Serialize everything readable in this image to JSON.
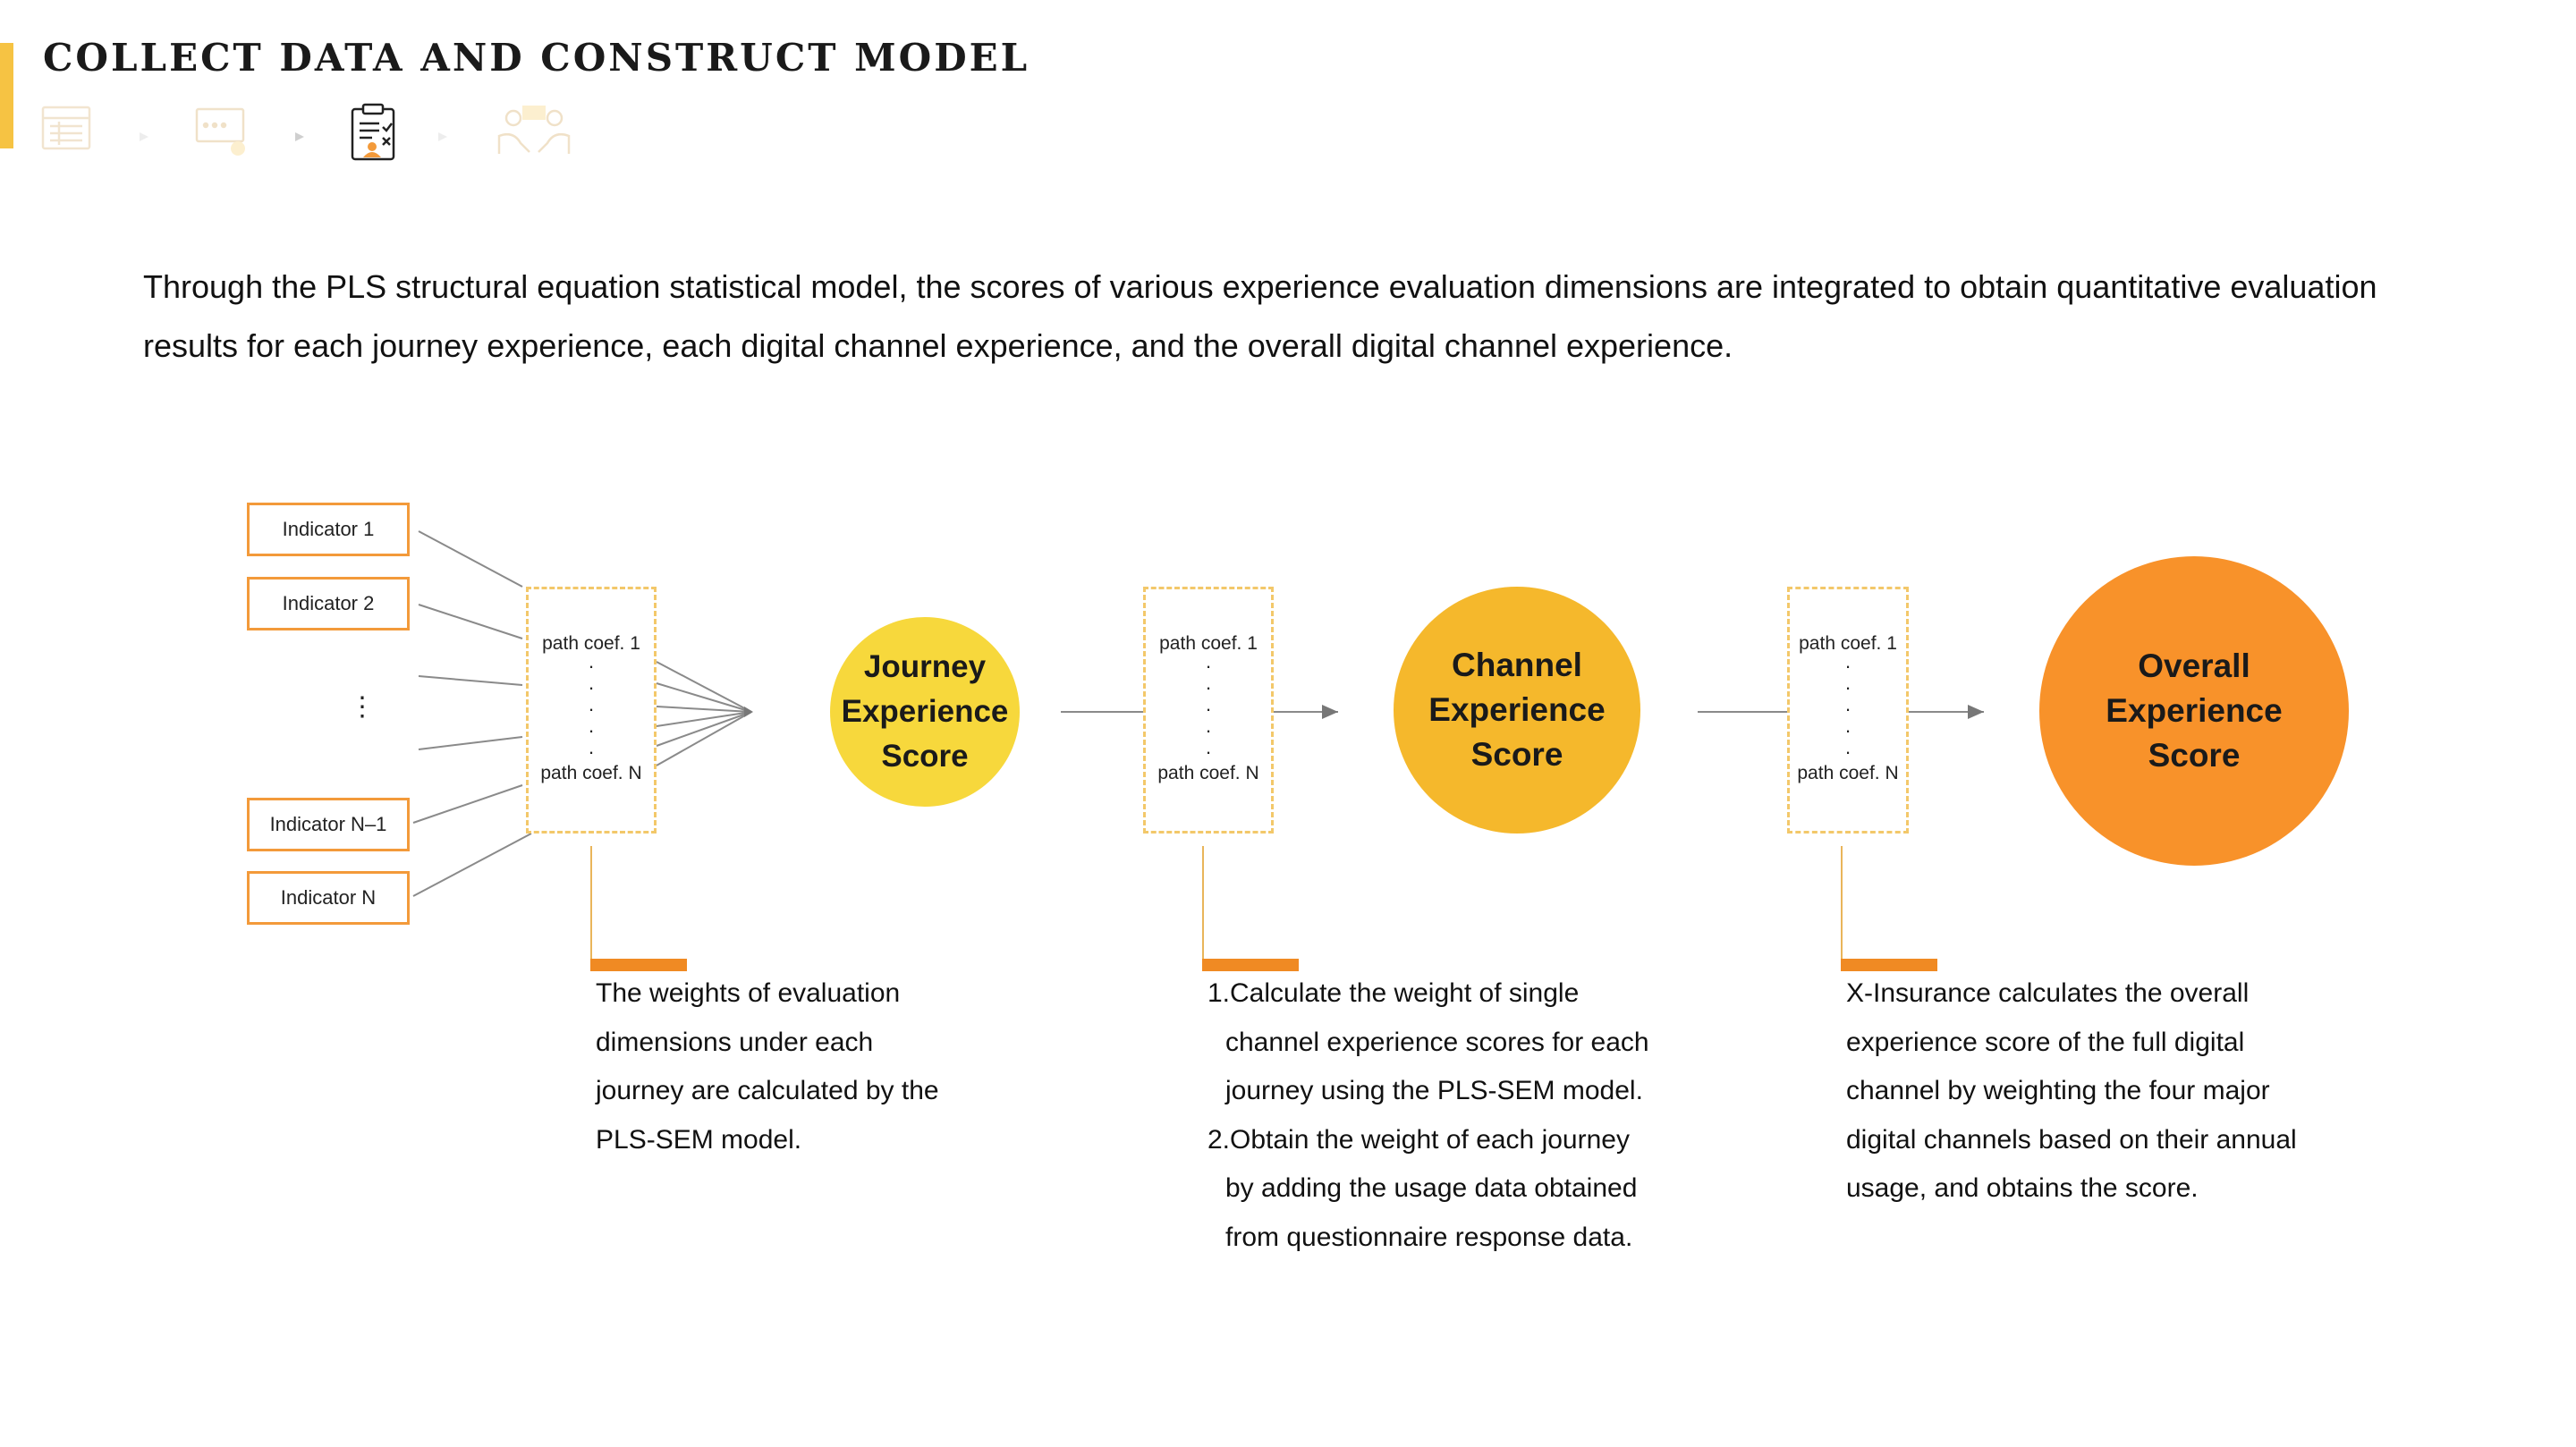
{
  "header": {
    "title": "COLLECT DATA AND CONSTRUCT MODEL",
    "steps": [
      {
        "icon": "form-icon",
        "state": "inactive"
      },
      {
        "icon": "screen-touch-icon",
        "state": "inactive"
      },
      {
        "icon": "clipboard-checklist-icon",
        "state": "active"
      },
      {
        "icon": "meeting-icon",
        "state": "inactive"
      }
    ]
  },
  "intro": "Through the PLS structural equation statistical model, the scores of various experience evaluation dimensions are integrated to obtain quantitative evaluation results for each journey experience, each digital channel experience, and the overall digital channel experience.",
  "diagram": {
    "indicators": [
      "Indicator 1",
      "Indicator 2",
      "Indicator N–1",
      "Indicator N"
    ],
    "ellipsis": "⋮",
    "coef_first": "path coef. 1",
    "coef_last": "path coef. N",
    "scores": [
      {
        "lines": [
          "Journey",
          "Experience",
          "Score"
        ],
        "color": "#f7d83c"
      },
      {
        "lines": [
          "Channel",
          "Experience",
          "Score"
        ],
        "color": "#f5b82c"
      },
      {
        "lines": [
          "Overall",
          "Experience",
          "Score"
        ],
        "color": "#f8922a"
      }
    ],
    "descriptions": [
      {
        "lines": [
          "The weights of evaluation",
          "dimensions under each",
          "journey are calculated by the",
          "PLS-SEM model."
        ]
      },
      {
        "lines": [
          "1.Calculate the weight of single",
          "channel experience scores for each",
          "journey using the PLS-SEM model.",
          "2.Obtain the weight of each journey",
          "by adding the usage data obtained",
          "from questionnaire response data."
        ]
      },
      {
        "lines": [
          "X-Insurance calculates the overall",
          "experience score of the full digital",
          "channel by weighting the four major",
          "digital channels based on their annual",
          "usage, and obtains the score."
        ]
      }
    ]
  }
}
